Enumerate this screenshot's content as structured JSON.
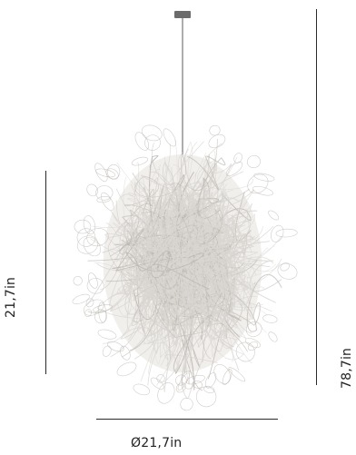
{
  "product": {
    "image_name": "pendant-lamp-wire-ball"
  },
  "dimensions": {
    "height_body": "21,7in",
    "height_total": "78,7in",
    "diameter": "Ø21,7in"
  },
  "colors": {
    "wire": "#d9d6d2",
    "wire_dark": "#bdb8b2",
    "canopy": "#6b6b6b",
    "cable": "#8a8a8a",
    "dim_line": "#2a2a2a"
  }
}
